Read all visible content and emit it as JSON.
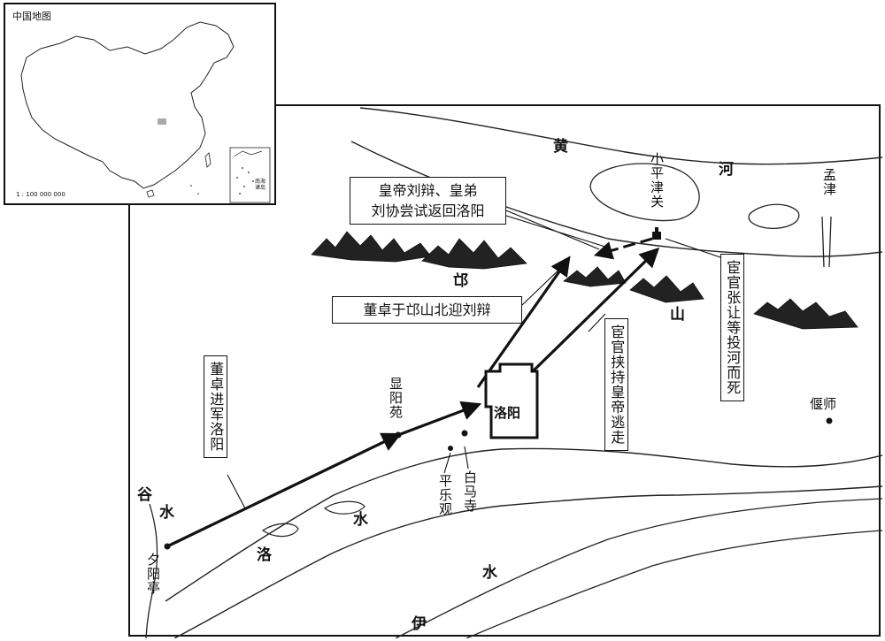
{
  "inset": {
    "title": "中国地图",
    "scale": "1 : 100 000 000",
    "south_sea_label": "南海诸岛"
  },
  "rivers": {
    "huang": "黄",
    "he": "河",
    "gu": "谷",
    "gu_shui": "水",
    "luo": "洛",
    "luo_shui": "水",
    "yi": "伊",
    "yi_shui": "水"
  },
  "mountain": {
    "mang": "邙",
    "shan": "山"
  },
  "places": {
    "xiaopingjin": "小平津关",
    "mengjin": "孟津",
    "yanshi": "偃师",
    "luoyang": "洛阳",
    "xianyang_yuan": "显阳苑",
    "baima_si": "白马寺",
    "pingle_guan": "平乐观",
    "xiyang_ting": "夕阳亭"
  },
  "callouts": {
    "emperor_return": [
      "皇帝刘辩、皇弟",
      "刘协尝试返回洛阳"
    ],
    "dongzhuo_meet": "董卓于邙山北迎刘辩",
    "dongzhuo_march": "董卓进军洛阳",
    "eunuch_flee": "宦官挟持皇帝逃走",
    "eunuch_die": "宦官张让等投河而死"
  }
}
